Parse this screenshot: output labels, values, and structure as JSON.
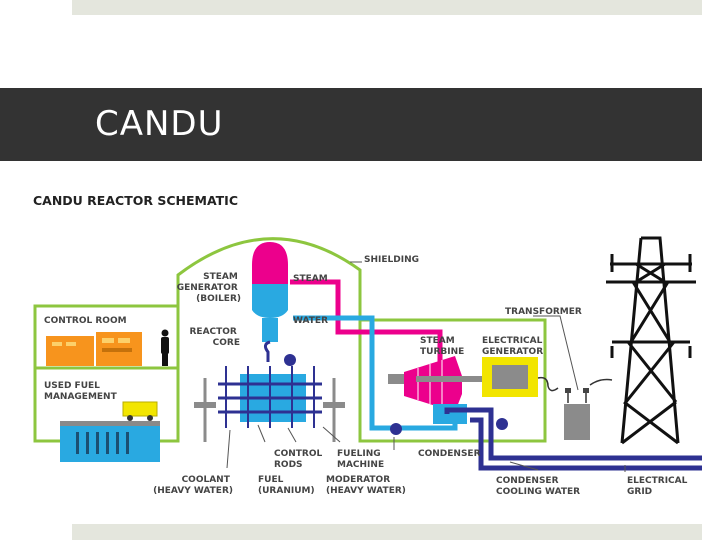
{
  "slide": {
    "title": "CANDU"
  },
  "diagram": {
    "heading": "CANDU REACTOR SCHEMATIC",
    "labels": {
      "shielding": "SHIELDING",
      "steam_generator": [
        "STEAM",
        "GENERATOR",
        "(BOILER)"
      ],
      "steam": "STEAM",
      "water": "WATER",
      "control_room": "CONTROL ROOM",
      "reactor_core": [
        "REACTOR",
        "CORE"
      ],
      "used_fuel": [
        "USED FUEL",
        "MANAGEMENT"
      ],
      "transformer": "TRANSFORMER",
      "steam_turbine": [
        "STEAM",
        "TURBINE"
      ],
      "electrical_generator": [
        "ELECTRICAL",
        "GENERATOR"
      ],
      "control_rods": [
        "CONTROL",
        "RODS"
      ],
      "fueling_machine": [
        "FUELING",
        "MACHINE"
      ],
      "condenser": "CONDENSER",
      "coolant": [
        "COOLANT",
        "(HEAVY WATER)"
      ],
      "fuel": [
        "FUEL",
        "(URANIUM)"
      ],
      "moderator": [
        "MODERATOR",
        "(HEAVY WATER)"
      ],
      "condenser_cooling_water": [
        "CONDENSER",
        "COOLING WATER"
      ],
      "electrical_grid": [
        "ELECTRICAL",
        "GRID"
      ]
    },
    "colors": {
      "building_outline": "#8dc63f",
      "steam": "#ec008c",
      "water": "#29a9e1",
      "core": "#2e3192",
      "cooling_water": "#2e3192",
      "label": "#444444"
    }
  }
}
